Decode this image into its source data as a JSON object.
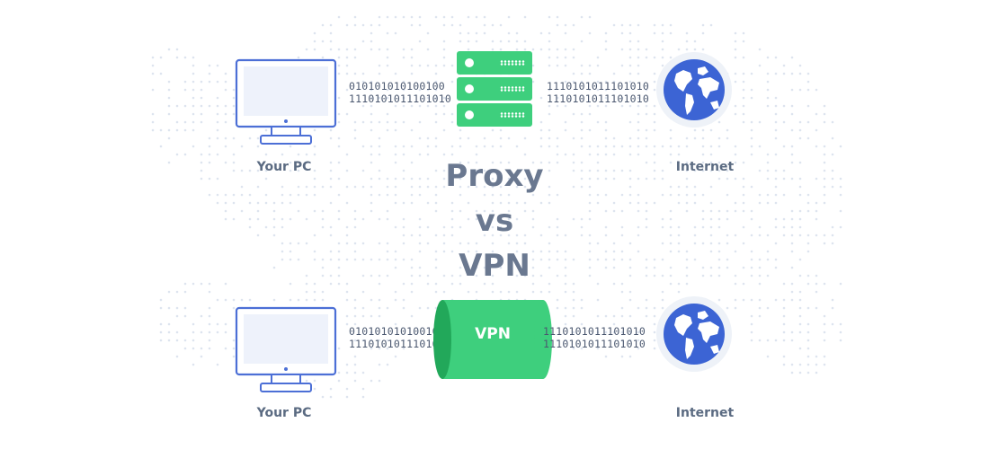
{
  "title": {
    "line1": "Proxy",
    "line2": "vs",
    "line3": "VPN"
  },
  "proxy_row": {
    "pc_label": "Your PC",
    "internet_label": "Internet",
    "bits_left": [
      "010101010100100",
      "1110101011101010"
    ],
    "bits_right": [
      "1110101011101010",
      "1110101011101010"
    ]
  },
  "vpn_row": {
    "pc_label": "Your PC",
    "internet_label": "Internet",
    "tunnel_label": "VPN",
    "bits_left": [
      "010101010100100",
      "1110101011101010"
    ],
    "bits_right": [
      "1110101011101010",
      "1110101011101010"
    ]
  },
  "colors": {
    "accent_green": "#3ecf7d",
    "dark_green": "#22a85a",
    "monitor_blue": "#4c6fd6",
    "globe_blue": "#3c64d4",
    "globe_bg": "#eef2f8",
    "text_gray": "#5b6b82"
  },
  "icons": [
    "monitor-icon",
    "server-icon",
    "globe-icon",
    "vpn-tunnel-icon"
  ]
}
